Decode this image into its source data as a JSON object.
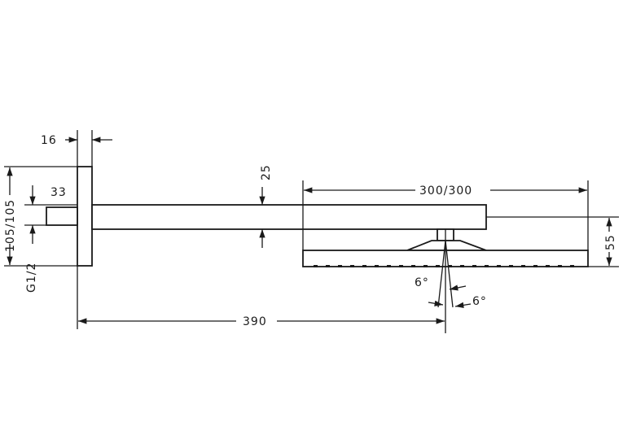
{
  "dimensions": {
    "wall_plate_depth": "16",
    "outlet_height": "33",
    "arm_thickness": "25",
    "head_size": "300/300",
    "plate_size": "105/105",
    "thread": "G1/2",
    "head_height": "55",
    "arm_length": "390",
    "tilt_angle_left": "6°",
    "tilt_angle_right": "6°"
  }
}
